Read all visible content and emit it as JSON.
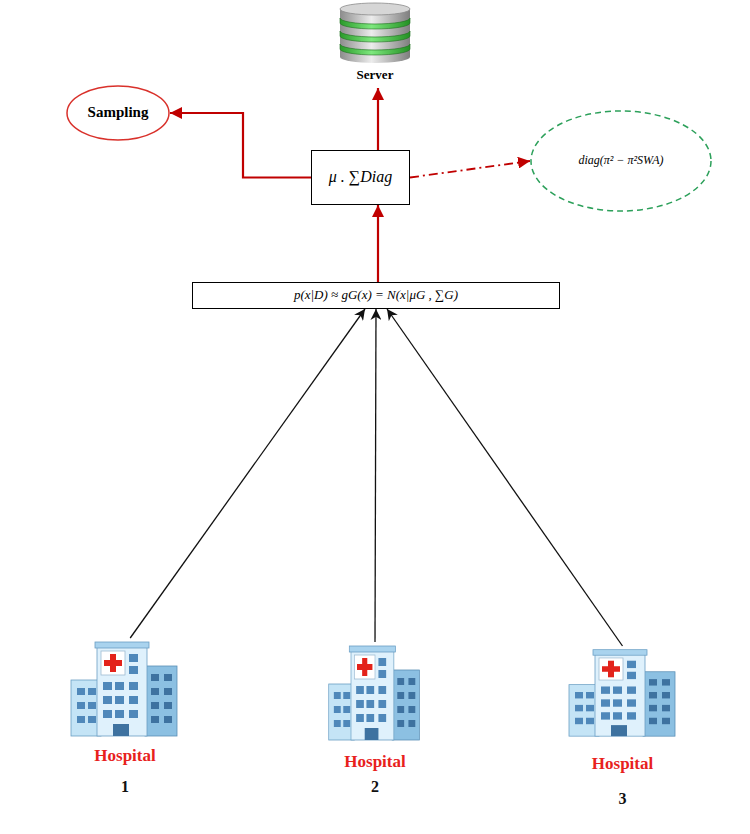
{
  "diagram": {
    "nodes": [
      {
        "text": [
          "Server"
        ]
      },
      {
        "text": [
          "Sampling"
        ]
      },
      {
        "text": [
          "μ . ∑Diag"
        ]
      },
      {
        "text": [
          "diag(π² − π²SWA)"
        ]
      },
      {
        "text": [
          "p(x|D) ≈ gG(x) = N(x|μG , ∑G)"
        ]
      },
      {
        "text": [
          "Hospital",
          "1"
        ]
      },
      {
        "text": [
          "Hospital",
          "2"
        ]
      },
      {
        "text": [
          "Hospital",
          "3"
        ]
      }
    ],
    "edges": [
      {
        "from": 5,
        "to": 4,
        "arrow": "to"
      },
      {
        "from": 6,
        "to": 4,
        "arrow": "to"
      },
      {
        "from": 7,
        "to": 4,
        "arrow": "to"
      },
      {
        "from": 4,
        "to": 2,
        "arrow": "to"
      },
      {
        "from": 2,
        "to": 0,
        "arrow": "to"
      },
      {
        "from": 2,
        "to": 1,
        "arrow": "to"
      },
      {
        "from": 2,
        "to": 3,
        "arrow": "to"
      }
    ]
  }
}
